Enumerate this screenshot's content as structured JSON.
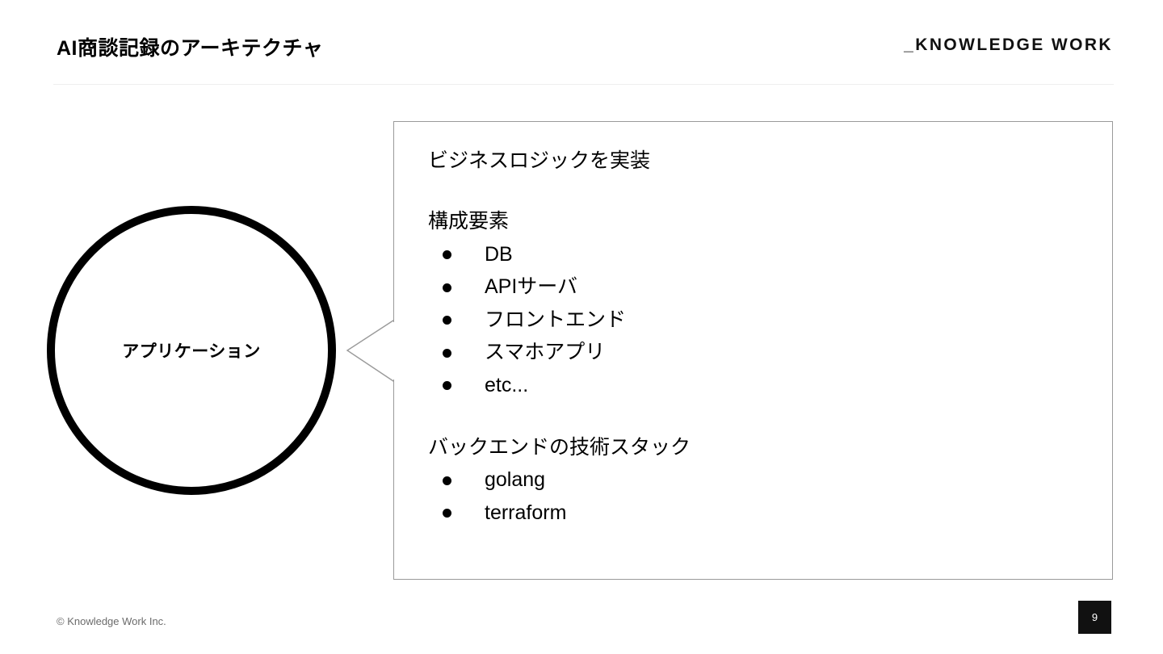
{
  "header": {
    "title": "AI商談記録のアーキテクチャ",
    "brand": "_KNOWLEDGE WORK"
  },
  "diagram": {
    "node": {
      "label": "アプリケーション"
    },
    "callout": {
      "lead": "ビジネスロジックを実装",
      "groups": [
        {
          "heading": "構成要素",
          "items": [
            "DB",
            "APIサーバ",
            "フロントエンド",
            "スマホアプリ",
            "etc..."
          ]
        },
        {
          "heading": "バックエンドの技術スタック",
          "items": [
            "golang",
            "terraform"
          ]
        }
      ]
    }
  },
  "footer": {
    "copyright": "© Knowledge Work Inc.",
    "page_number": "9"
  },
  "colors": {
    "text": "#000000",
    "node_stroke": "#000000",
    "box_border": "#9a9a9a",
    "rule": "#eeeeee",
    "footer_text": "#6b6b6b",
    "badge_background": "#111111",
    "badge_text": "#ffffff"
  }
}
